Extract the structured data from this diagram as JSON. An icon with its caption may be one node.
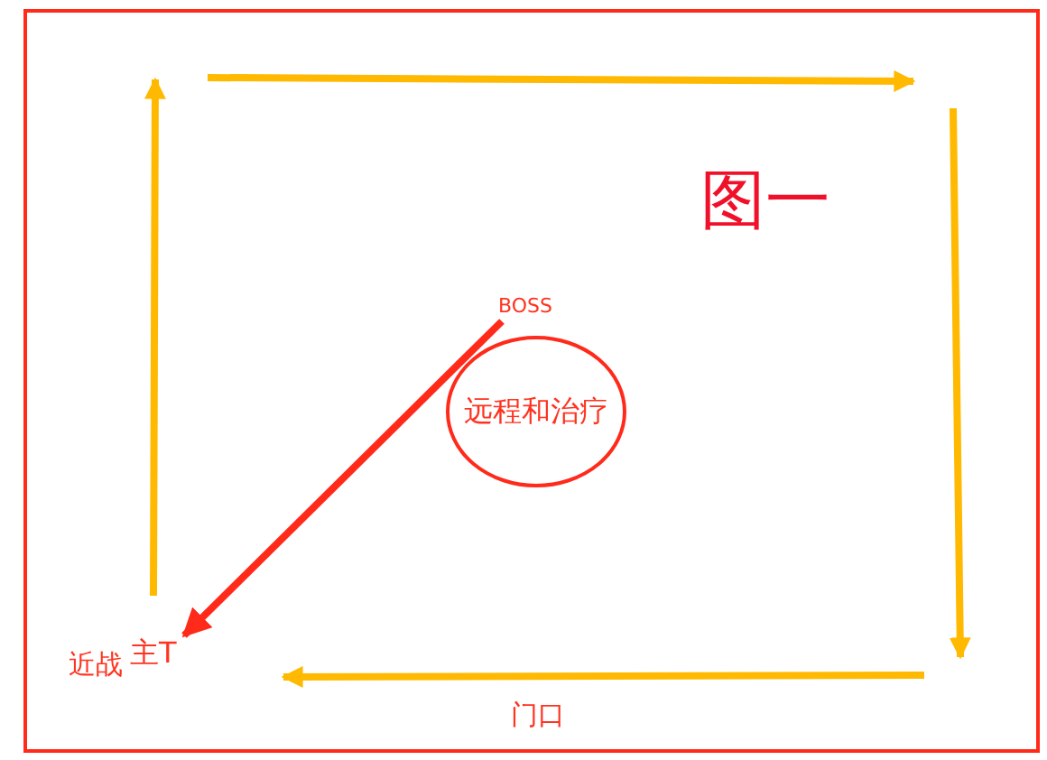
{
  "diagram": {
    "title": "图一",
    "nodes": [
      {
        "text": [
          "BOSS"
        ]
      },
      {
        "text": [
          "远程和治疗"
        ]
      },
      {
        "text": [
          "近战",
          "主T"
        ]
      }
    ],
    "edges": [
      {
        "from": 0,
        "to": 2,
        "arrow": "to",
        "color": "#ff2a1a"
      }
    ],
    "labels": [
      "门口"
    ]
  }
}
